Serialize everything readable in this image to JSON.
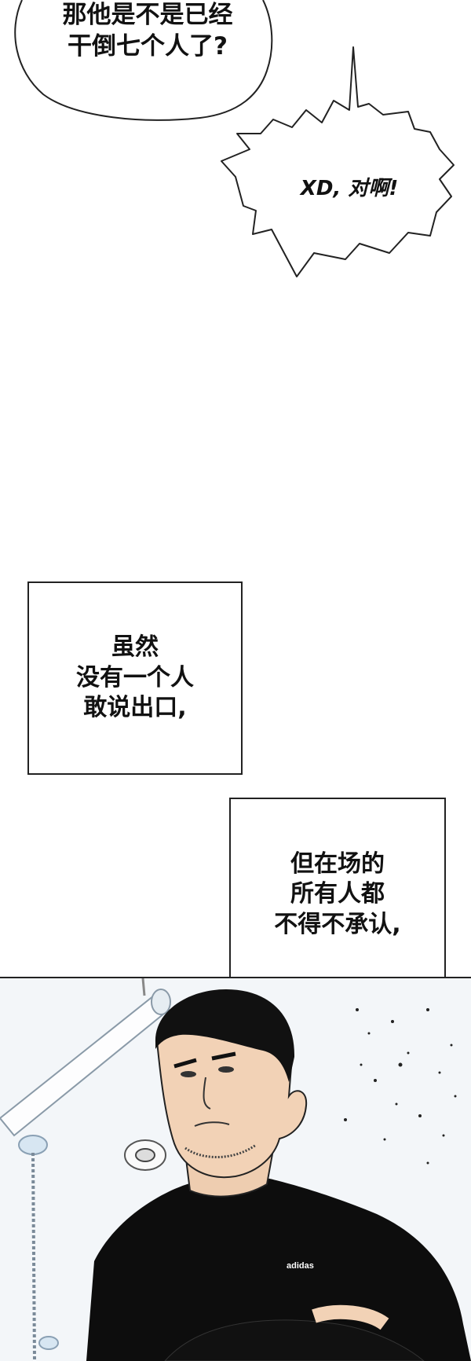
{
  "speech_bubble_1": {
    "line1": "那他是不是已经",
    "line2": "干倒七个人了?"
  },
  "shout_bubble": {
    "text": "XD, 对啊!"
  },
  "caption_1": {
    "text": "虽然\n没有一个人\n敢说出口,"
  },
  "caption_2": {
    "text": "但在场的\n所有人都\n不得不承认,"
  },
  "shirt_logo": {
    "text": "adidas"
  },
  "colors": {
    "ink": "#111111",
    "shirt": "#0d0d0d",
    "skin": "#f2d2b6",
    "background": "#ffffff"
  }
}
